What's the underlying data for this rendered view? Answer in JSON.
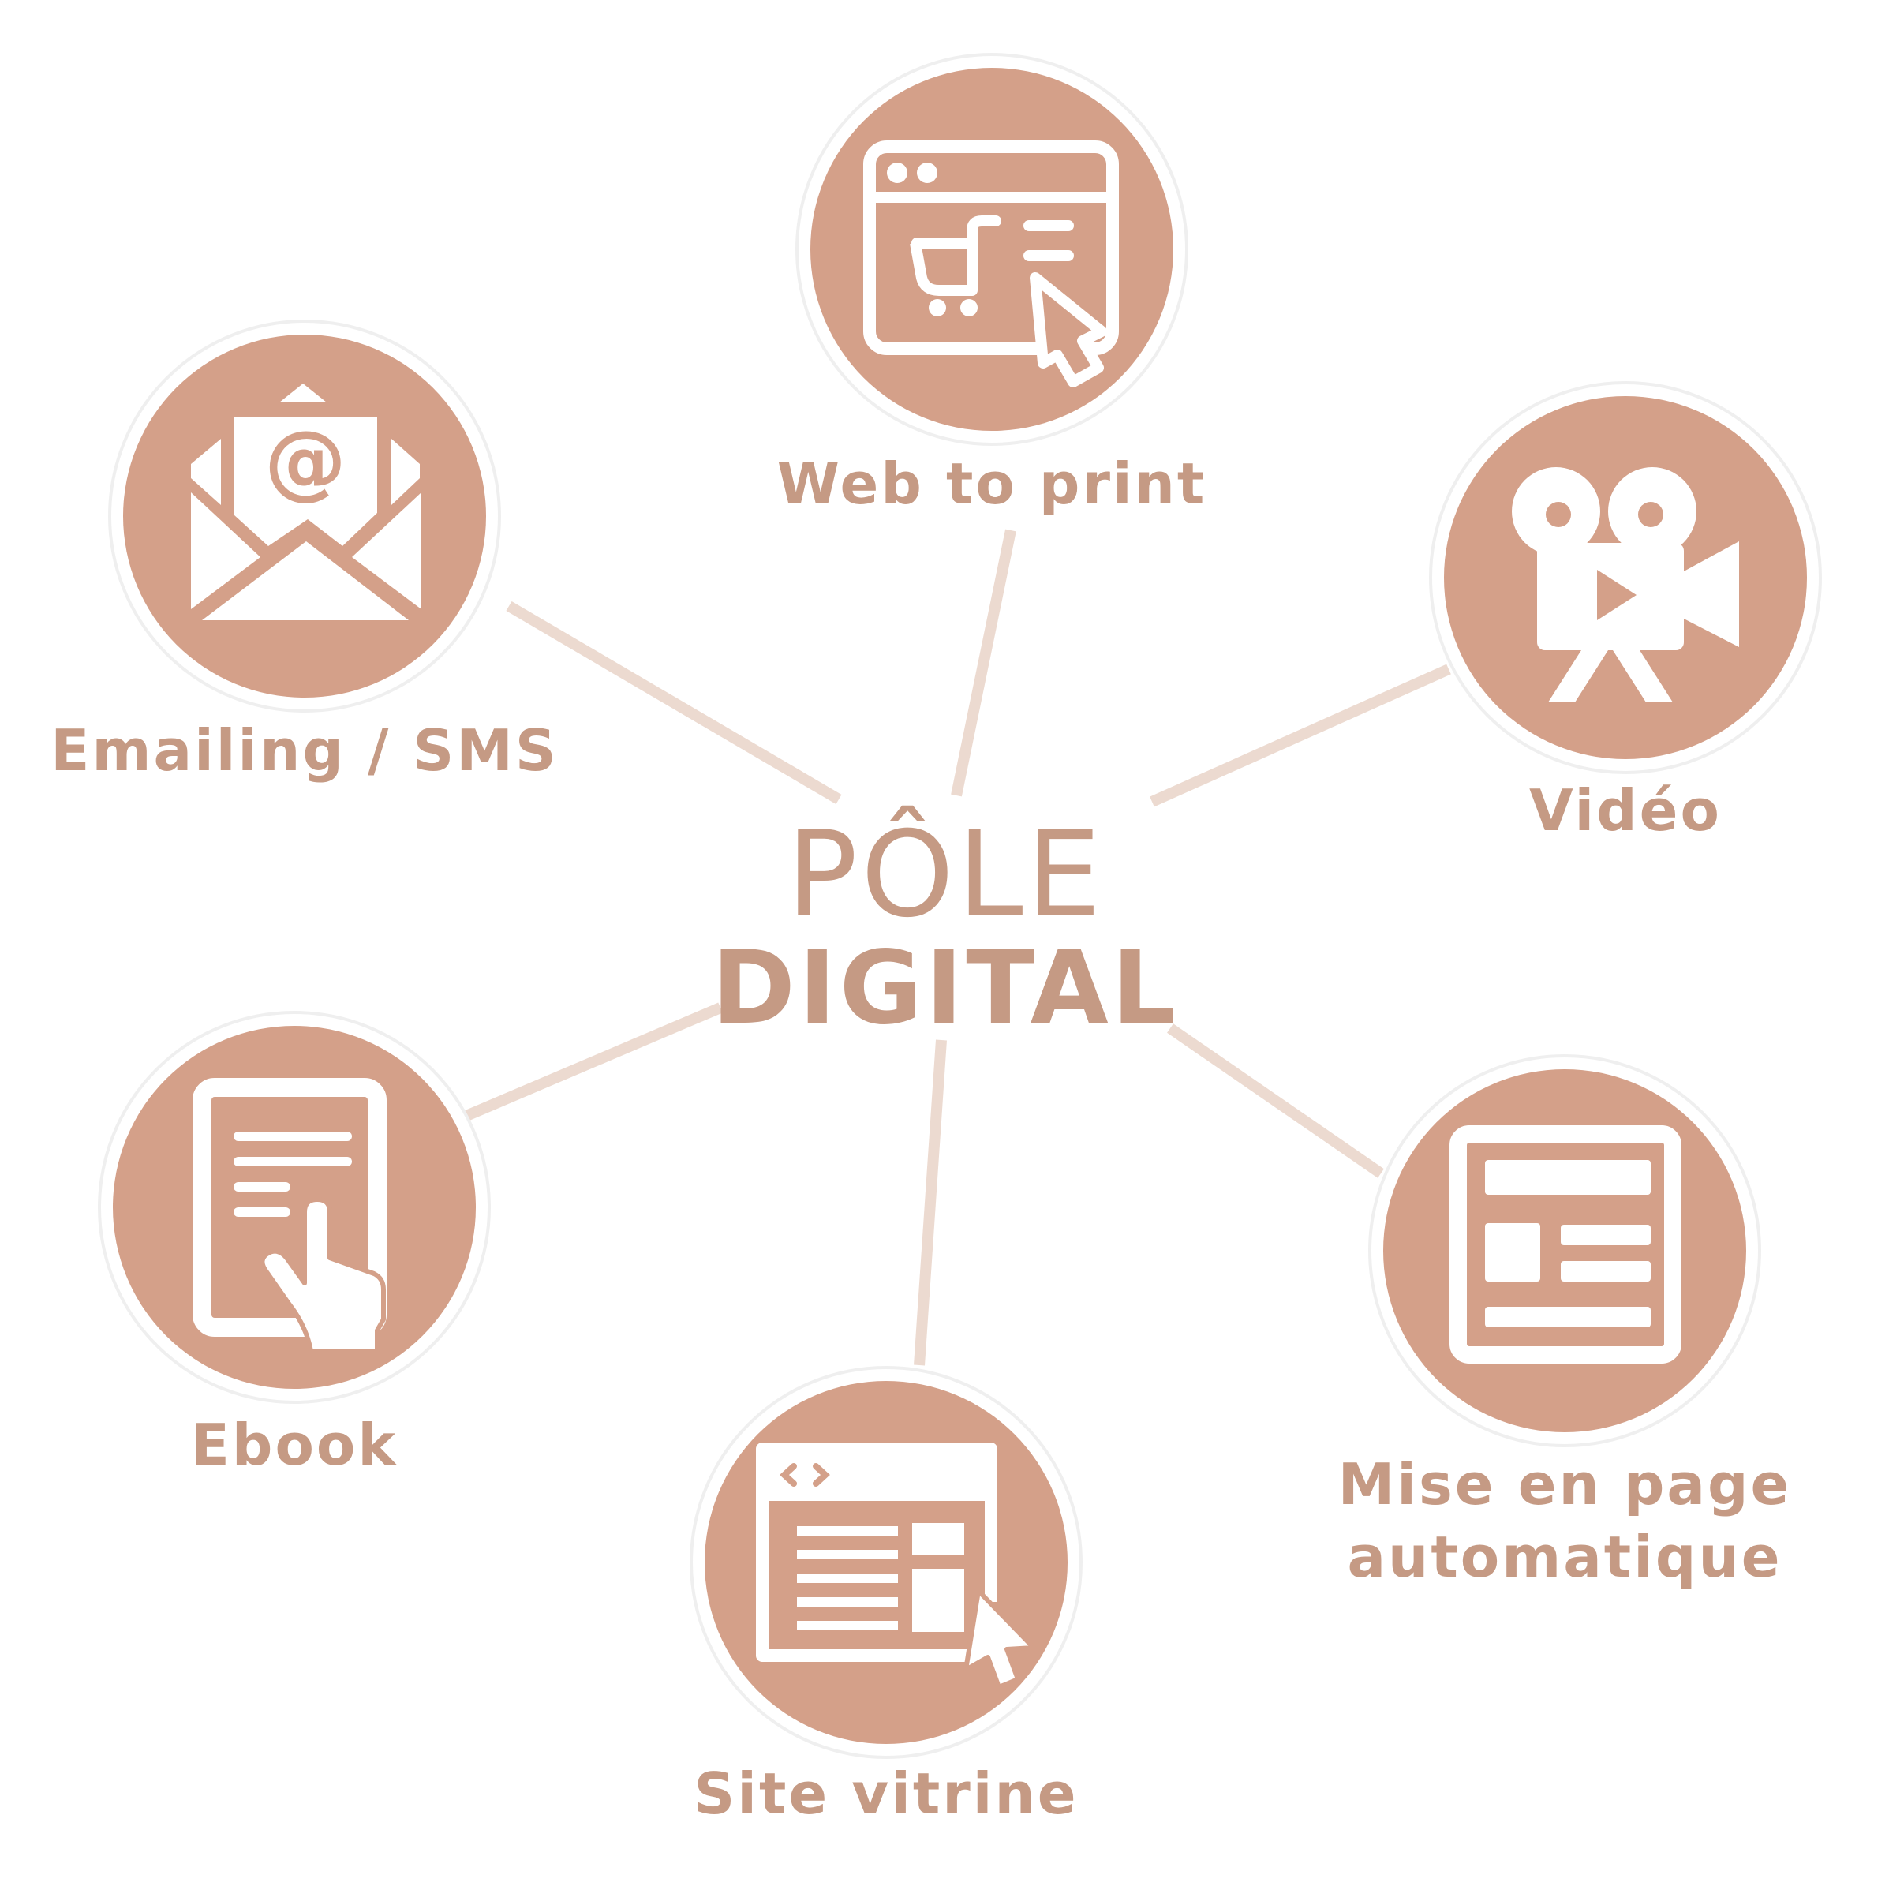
{
  "center": {
    "line1": "PÔLE",
    "line2": "DIGITAL"
  },
  "colors": {
    "circle_fill": "#d4a089",
    "ring": "#f2f2f2",
    "connector": "#ecdad0",
    "text": "#c59a84",
    "icon": "#ffffff"
  },
  "nodes": [
    {
      "id": "web-to-print",
      "label": "Web to print",
      "icon": "browser-cart-cursor-icon"
    },
    {
      "id": "video",
      "label": "Vidéo",
      "icon": "movie-camera-icon"
    },
    {
      "id": "mise-en-page",
      "label_line1": "Mise en page",
      "label_line2": "automatique",
      "icon": "page-layout-icon"
    },
    {
      "id": "site-vitrine",
      "label": "Site vitrine",
      "icon": "website-cursor-icon"
    },
    {
      "id": "ebook",
      "label": "Ebook",
      "icon": "tablet-touch-icon"
    },
    {
      "id": "emailing",
      "label": "Emailing / SMS",
      "icon": "email-at-icon"
    }
  ]
}
